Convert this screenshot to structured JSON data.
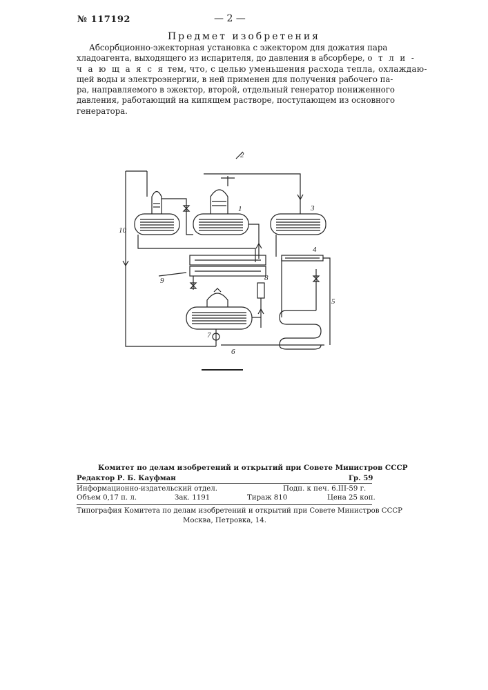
{
  "header": {
    "patent_number": "№ 117192",
    "page_number": "— 2 —"
  },
  "section_title": "Предмет изобретения",
  "claim": {
    "line1": "Абсорбционно-эжекторная установка с эжектором для дожатия пара",
    "line2": "хладоагента, выходящего из испарителя, до давления в абсорбере,",
    "line2_spaced": "о т л и -",
    "line3_spaced": "ч а ю щ а я с я",
    "line3": "тем, что, с целью уменьшения расхода тепла, охлаждаю-",
    "line4": "щей воды и электроэнергии, в ней применен для получения рабочего па-",
    "line5": "ра, направляемого в эжектор, второй, отдельный генератор пониженного",
    "line6": "давления, работающий на кипящем растворе, поступающем из основного",
    "line7": "генератора."
  },
  "diagram_labels": {
    "l1": "1",
    "l2": "2",
    "l3": "3",
    "l4": "4",
    "l5": "5",
    "l6": "6",
    "l7": "7",
    "l8": "8",
    "l9": "9",
    "l10": "10"
  },
  "footer": {
    "committee": "Комитет по делам изобретений и открытий при Совете Министров СССР",
    "editor": "Редактор Р. Б. Кауфман",
    "group": "Гр. 59",
    "department": "Информационно-издательский отдел.",
    "signed": "Подп. к печ. 6.III-59 г.",
    "volume": "Объем 0,17 п. л.",
    "order": "Зак. 1191",
    "circulation": "Тираж 810",
    "price": "Цена 25 коп.",
    "typography": "Типография Комитета по делам изобретений и открытий при Совете Министров СССР",
    "address": "Москва, Петровка, 14."
  }
}
